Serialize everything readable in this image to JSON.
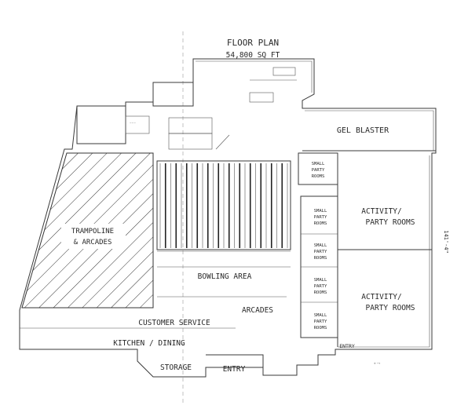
{
  "title": "FLOOR PLAN",
  "area": "54,800 SQ FT",
  "rooms": {
    "gel_blaster": "GEL BLASTER",
    "trampoline_line1": "TRAMPOLINE",
    "trampoline_line2": "& ARCADES",
    "bowling": "BOWLING AREA",
    "arcades": "ARCADES",
    "customer_service": "CUSTOMER SERVICE",
    "kitchen": "KITCHEN / DINING",
    "storage": "STORAGE",
    "entry_main": "ENTRY",
    "entry_side": "ENTRY",
    "activity_1_line1": "ACTIVITY/",
    "activity_1_line2": "PARTY ROOMS",
    "activity_2_line1": "ACTIVITY/",
    "activity_2_line2": "PARTY ROOMS",
    "small_party_line1": "SMALL",
    "small_party_line2": "PARTY",
    "small_party_line3": "ROOMS"
  },
  "dimension_right": "141'-4\""
}
